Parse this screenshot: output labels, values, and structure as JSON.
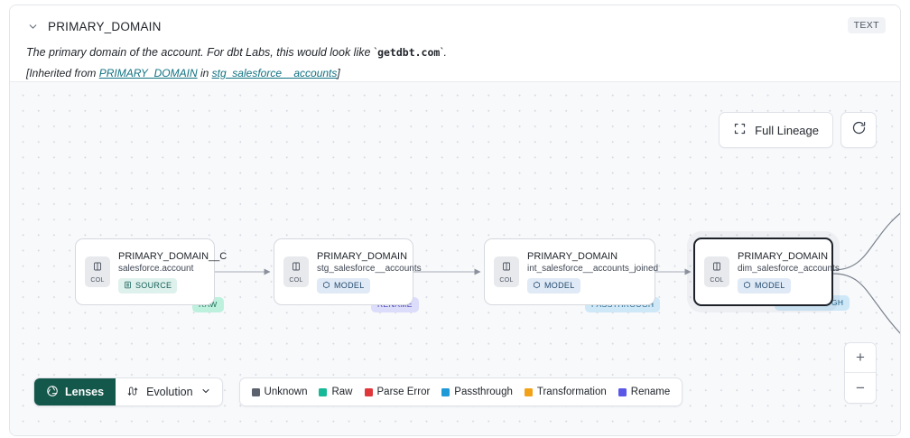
{
  "header": {
    "collapse_icon": "chevron-down-icon",
    "title": "PRIMARY_DOMAIN",
    "type_badge": "TEXT",
    "description_pre": "The primary domain of the account. For dbt Labs, this would look like `",
    "description_code": "getdbt.com",
    "description_post": "`.",
    "inherited_pre": "[Inherited from ",
    "inherited_link1": "PRIMARY_DOMAIN",
    "inherited_mid": " in ",
    "inherited_link2": "stg_salesforce__accounts",
    "inherited_post": "]"
  },
  "canvas": {
    "full_lineage_label": "Full Lineage",
    "refresh_label": "refresh-icon",
    "zoom_in_label": "+",
    "zoom_out_label": "−"
  },
  "nodes": [
    {
      "id": "node-1",
      "tag": "RAW",
      "tag_class": "raw",
      "chip_label": "COL",
      "title": "PRIMARY_DOMAIN__C",
      "subtitle": "salesforce.account",
      "kind": "SOURCE",
      "kind_class": "source",
      "selected": false
    },
    {
      "id": "node-2",
      "tag": "RENAME",
      "tag_class": "rename",
      "chip_label": "COL",
      "title": "PRIMARY_DOMAIN",
      "subtitle": "stg_salesforce__accounts",
      "kind": "MODEL",
      "kind_class": "model",
      "selected": false
    },
    {
      "id": "node-3",
      "tag": "PASSTHROUGH",
      "tag_class": "passthrough",
      "chip_label": "COL",
      "title": "PRIMARY_DOMAIN",
      "subtitle": "int_salesforce__accounts_joined",
      "kind": "MODEL",
      "kind_class": "model",
      "selected": false
    },
    {
      "id": "node-4",
      "tag": "PASSTHROUGH",
      "tag_class": "passthrough",
      "chip_label": "COL",
      "title": "PRIMARY_DOMAIN",
      "subtitle": "dim_salesforce_accounts",
      "kind": "MODEL",
      "kind_class": "model",
      "selected": true
    }
  ],
  "toolbar": {
    "lenses_label": "Lenses",
    "lenses_icon": "aperture-icon",
    "evolution_label": "Evolution",
    "evolution_icon": "evolution-icon",
    "evolution_chevron": "chevron-down-icon"
  },
  "legend": {
    "items": [
      {
        "label": "Unknown",
        "color": "#5c626d"
      },
      {
        "label": "Raw",
        "color": "#17b897"
      },
      {
        "label": "Parse Error",
        "color": "#e0373b"
      },
      {
        "label": "Passthrough",
        "color": "#1f9ad6"
      },
      {
        "label": "Transformation",
        "color": "#f2a218"
      },
      {
        "label": "Rename",
        "color": "#5b58e8"
      }
    ]
  }
}
